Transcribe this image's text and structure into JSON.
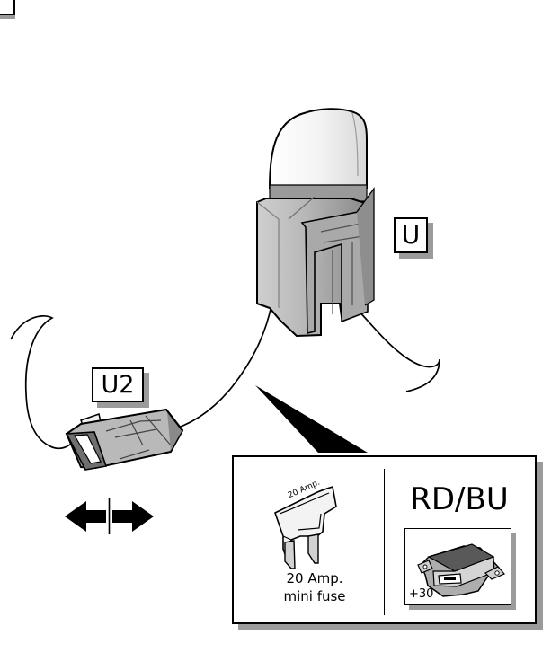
{
  "labels": {
    "fuse_holder": "U",
    "connector": "U2"
  },
  "detail": {
    "fuse_rating": "20 Amp.",
    "fuse_caption_line1": "20 Amp.",
    "fuse_caption_line2": "mini fuse",
    "wire_color": "RD/BU",
    "terminal": "+30"
  },
  "icons": {
    "corner": "corner-box-icon",
    "fuse_holder": "fuse-holder-icon",
    "connector": "connector-icon",
    "push_pull": "bidirectional-arrow-icon",
    "mini_fuse": "mini-fuse-icon",
    "module": "control-module-icon"
  },
  "colors": {
    "line": "#000000",
    "fill_light": "#d5d5d5",
    "fill_mid": "#b3b3b3",
    "fill_dark": "#7f7f7f",
    "shadow": "#9b9b9b"
  }
}
